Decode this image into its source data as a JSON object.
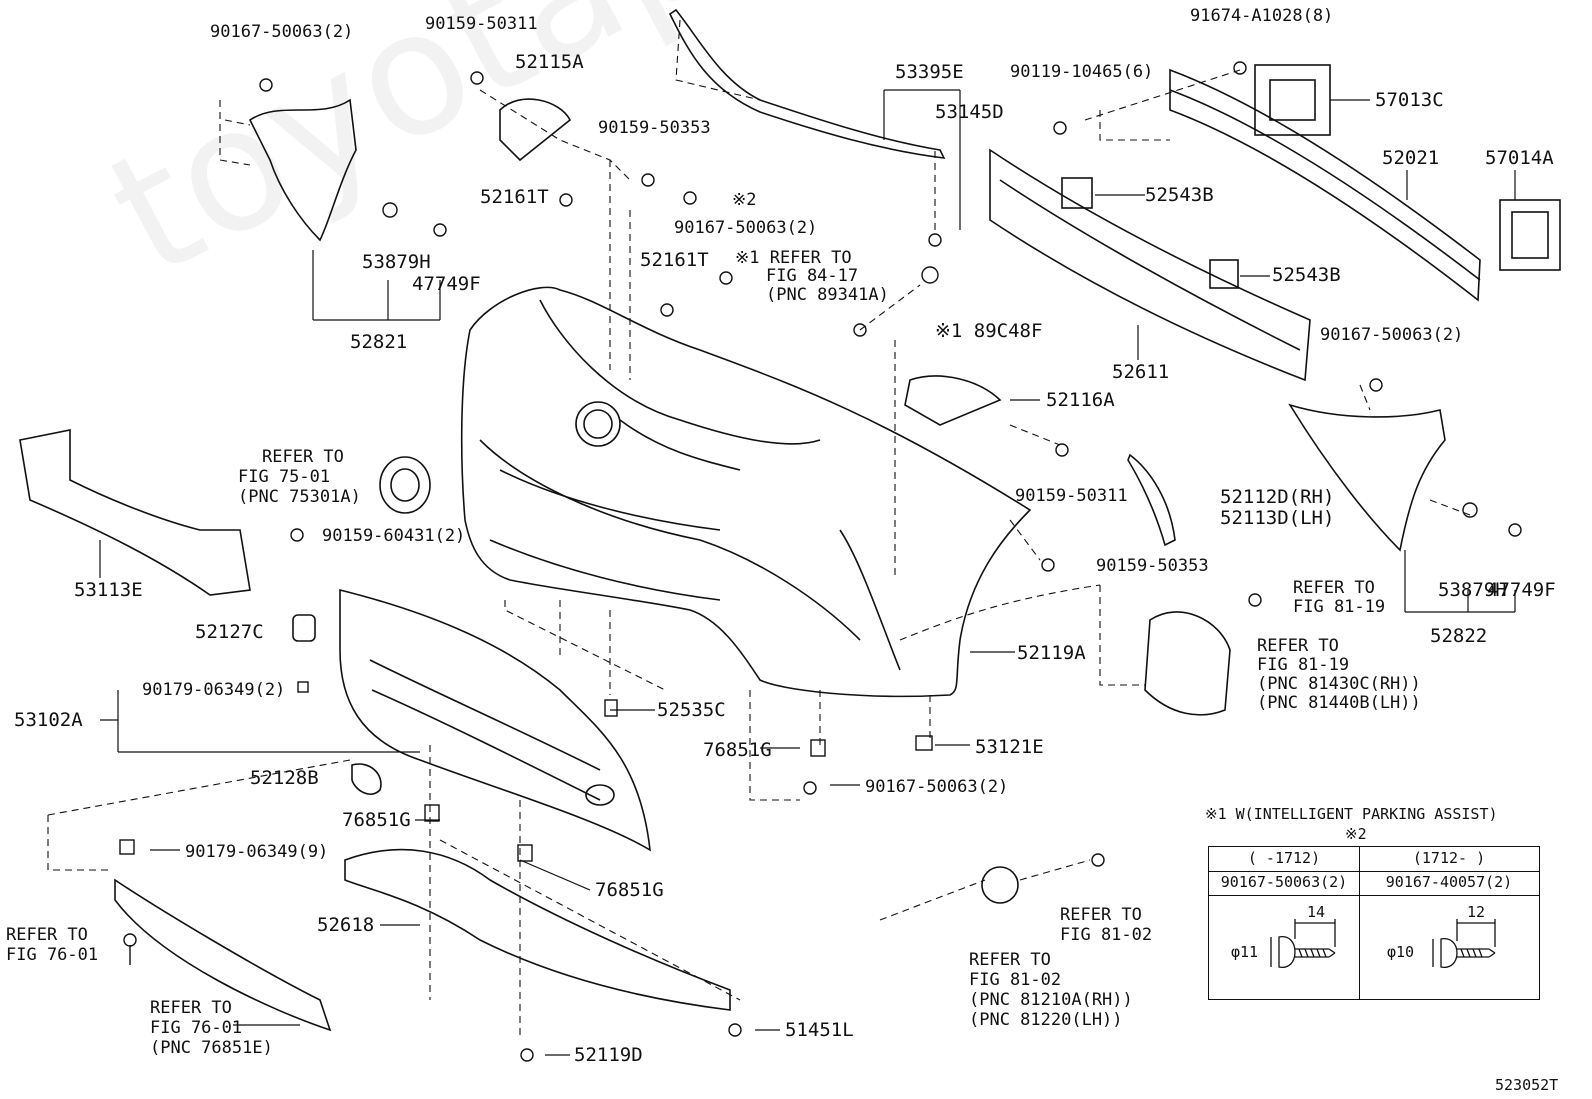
{
  "watermark": "toyotaparts",
  "labels": {
    "p90167_50063_2_a": "90167-50063(2)",
    "p90159_50311_a": "90159-50311",
    "p52115A": "52115A",
    "p53395E": "53395E",
    "p90119_10465": "90119-10465(6)",
    "p91674_A1028": "91674-A1028(8)",
    "p57013C": "57013C",
    "p53145D": "53145D",
    "p90159_50353_a": "90159-50353",
    "p52021": "52021",
    "p57014A": "57014A",
    "p52161T_a": "52161T",
    "p_star2": "※2",
    "p90167_50063_2_b": "90167-50063(2)",
    "p52543B_a": "52543B",
    "p52543B_b": "52543B",
    "p53879H_a": "53879H",
    "p47749F_a": "47749F",
    "p52161T_b": "52161T",
    "p_star1_refer": "※1 REFER TO",
    "p_fig84_17": "FIG 84-17",
    "p_pnc89341A": "(PNC 89341A)",
    "p52821": "52821",
    "p89C48F": "※1 89C48F",
    "p52611": "52611",
    "p90167_50063_2_c": "90167-50063(2)",
    "p52116A": "52116A",
    "p_refer75": "REFER TO",
    "p_fig75": "FIG 75-01",
    "p_pnc75301A": "(PNC 75301A)",
    "p90159_50311_b": "90159-50311",
    "p52112D": "52112D(RH)",
    "p52113D": "52113D(LH)",
    "p90159_60431": "90159-60431(2)",
    "p53113E": "53113E",
    "p90159_50353_b": "90159-50353",
    "p_refer81_19a": "REFER TO",
    "p_fig81_19a": "FIG 81-19",
    "p53879H_b": "53879H",
    "p47749F_b": "47749F",
    "p52127C": "52127C",
    "p52822": "52822",
    "p_refer81_19b": "REFER TO",
    "p_fig81_19b": "FIG 81-19",
    "p_pnc81430C": "(PNC 81430C(RH))",
    "p_pnc81440B": "(PNC 81440B(LH))",
    "p52119A": "52119A",
    "p90179_06349_2": "90179-06349(2)",
    "p52535C": "52535C",
    "p53102A": "53102A",
    "p76851G_a": "76851G",
    "p53121E": "53121E",
    "p90167_50063_2_d": "90167-50063(2)",
    "p52128B": "52128B",
    "p76851G_b": "76851G",
    "p90179_06349_9": "90179-06349(9)",
    "p76851G_c": "76851G",
    "p52618": "52618",
    "p_refer81_02a": "REFER TO",
    "p_fig81_02a": "FIG 81-02",
    "p_refer76a": "REFER TO",
    "p_fig76a": "FIG 76-01",
    "p_refer81_02b": "REFER TO",
    "p_fig81_02b": "FIG 81-02",
    "p_pnc81210A": "(PNC 81210A(RH))",
    "p_pnc81220": "(PNC 81220(LH))",
    "p_refer76b": "REFER TO",
    "p_fig76b": "FIG 76-01",
    "p_pnc76851E": "(PNC 76851E)",
    "p51451L": "51451L",
    "p52119D": "52119D",
    "p_code": "523052T"
  },
  "legend": {
    "title": "※1 W(INTELLIGENT PARKING ASSIST)",
    "star": "※2",
    "col1_range": "(    -1712)",
    "col2_range": "(1712-    )",
    "col1_part": "90167-50063(2)",
    "col2_part": "90167-40057(2)",
    "col1_dia": "φ11",
    "col1_len": "14",
    "col2_dia": "φ10",
    "col2_len": "12"
  }
}
